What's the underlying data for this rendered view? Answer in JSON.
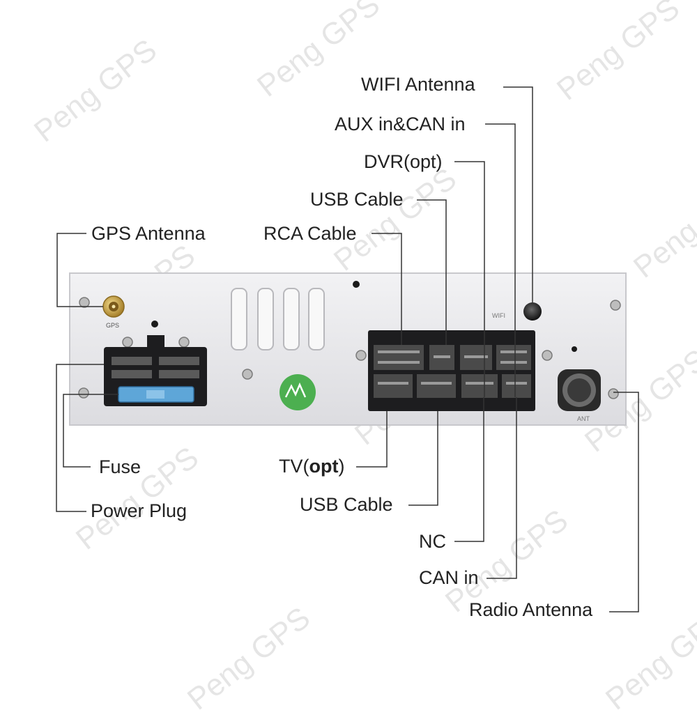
{
  "watermark": "Peng GPS",
  "panel_markings": {
    "gps_port": "GPS",
    "wifi_port": "WIFI",
    "antenna_port": "ANT"
  },
  "labels": {
    "wifi_antenna": "WIFI Antenna",
    "aux_can_in": "AUX in&CAN in",
    "dvr": "DVR(opt)",
    "usb_cable_top": "USB Cable",
    "rca_cable": "RCA Cable",
    "gps_antenna": "GPS Antenna",
    "fuse": "Fuse",
    "power_plug": "Power Plug",
    "tv_prefix": "TV(",
    "tv_opt": "opt",
    "tv_suffix": ")",
    "usb_cable_bottom": "USB Cable",
    "nc": "NC",
    "can_in": "CAN in",
    "radio_antenna": "Radio Antenna"
  },
  "colors": {
    "panel": "#e9e9ec",
    "connector": "#1d1d1f",
    "fuse": "#5ea6d8",
    "leader": "#333333",
    "brass": "#c9a24a",
    "badge": "#4caf50"
  }
}
